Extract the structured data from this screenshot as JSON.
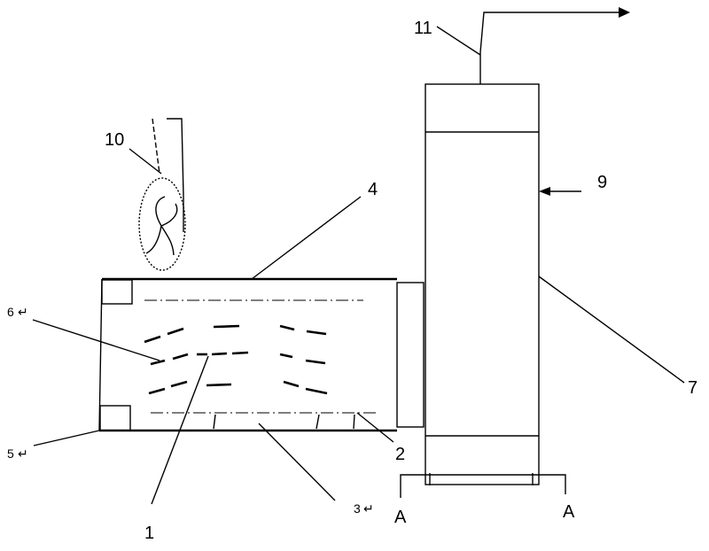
{
  "labels": {
    "l1": "1",
    "l2": "2",
    "l3": "3",
    "l4": "4",
    "l5": "5",
    "l6": "6",
    "l7": "7",
    "l9": "9",
    "l10": "10",
    "l11": "11",
    "section_left": "A",
    "section_right": "A",
    "return_mark": "↵"
  }
}
